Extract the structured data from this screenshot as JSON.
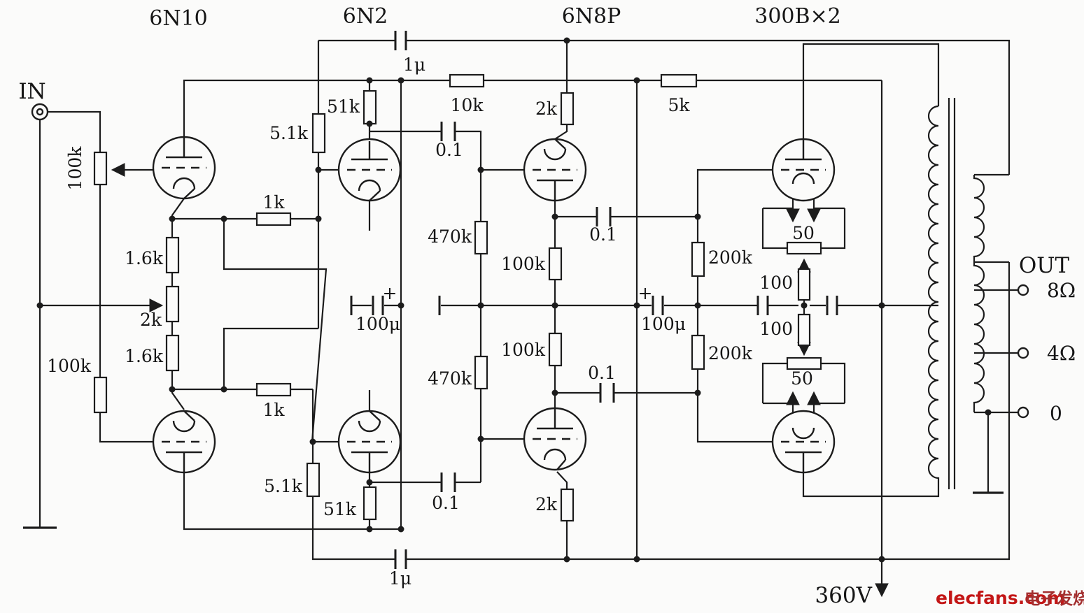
{
  "tubes": {
    "v1": "6N10",
    "v2": "6N2",
    "v3": "6N8P",
    "v4": "300B×2"
  },
  "io": {
    "input": "IN",
    "output": "OUT",
    "tap_8": "8Ω",
    "tap_4": "4Ω",
    "tap_0": "0",
    "supply": "360V"
  },
  "values": {
    "volume_pot": "100k",
    "cathode_upper": "1.6k",
    "balance_pot": "2k",
    "cathode_lower": "1.6k",
    "grid_lower": "100k",
    "link_upper": "1k",
    "link_lower": "1k",
    "gridstop_upper": "5.1k",
    "gridstop_lower": "5.1k",
    "anode_upper": "51k",
    "anode_lower": "51k",
    "fb_cap_upper": "1μ",
    "fb_cap_lower": "1μ",
    "supply_r1": "10k",
    "supply_r2": "5k",
    "cath_8p_upper": "2k",
    "cath_8p_lower": "2k",
    "coupling_tl": "0.1",
    "coupling_bl": "0.1",
    "coupling_tr": "0.1",
    "coupling_br": "0.1",
    "gridleak_upper": "470k",
    "gridleak_lower": "470k",
    "bypass_left": "100μ",
    "bypass_right": "100μ",
    "plus_left": "+",
    "plus_right": "+",
    "divider_upper": "100k",
    "divider_lower": "100k",
    "grid300_upper": "200k",
    "grid300_lower": "200k",
    "fil_r_upper": "100",
    "fil_r_lower": "100",
    "hum_pot_upper": "50",
    "hum_pot_lower": "50"
  },
  "watermark": {
    "brand": "elecfans.com",
    "site_cn": "电子发烧友"
  },
  "colors": {
    "ink": "#1c1c1c",
    "paper": "#fbfbfa",
    "watermark": "#c31616"
  }
}
